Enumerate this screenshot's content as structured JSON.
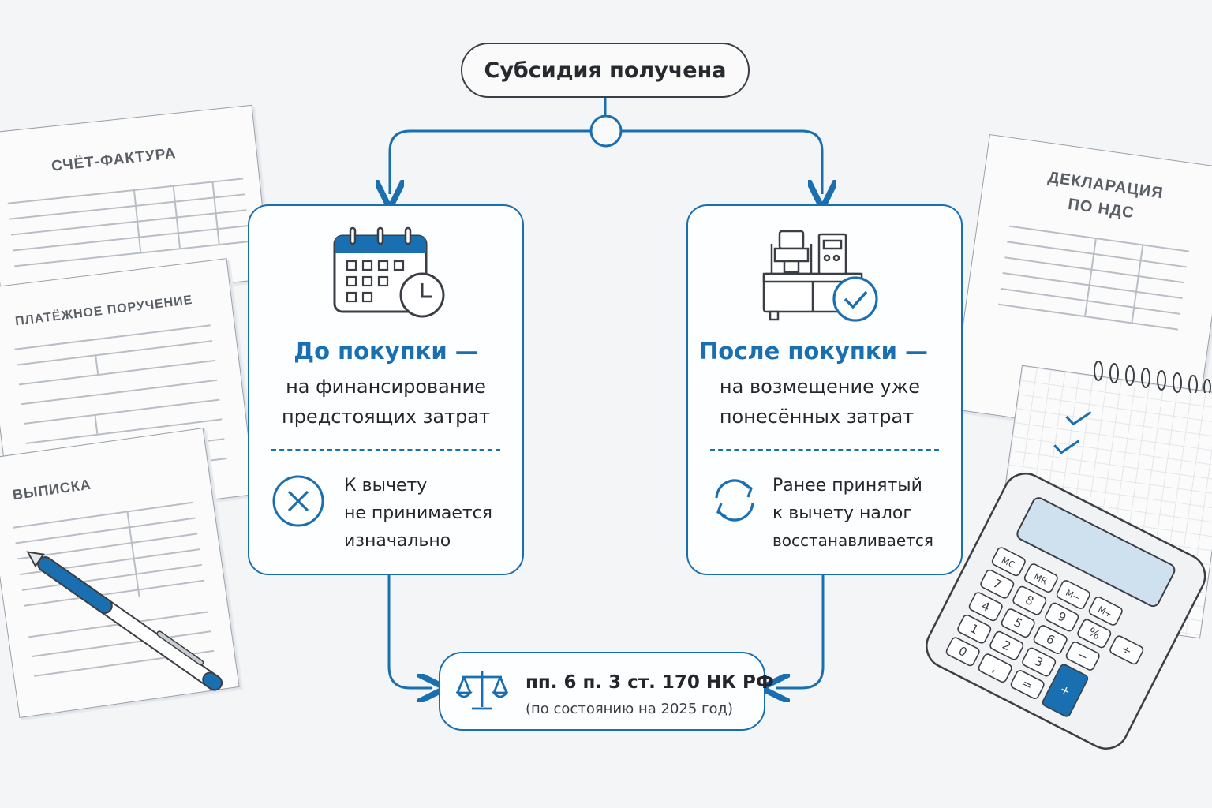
{
  "top": {
    "label": "Субсидия получена"
  },
  "left_card": {
    "heading": "До покупки —",
    "line1": "на финансирование",
    "line2": "предстоящих затрат",
    "note": [
      "К вычету",
      "не принимается",
      "изначально"
    ],
    "icon": "calendar-clock-icon",
    "note_icon": "cross-circle-icon"
  },
  "right_card": {
    "heading": "После покупки —",
    "line1": "на возмещение уже",
    "line2": "понесённых затрат",
    "note": [
      "Ранее принятый",
      "к вычету налог",
      "восстанавливается"
    ],
    "icon": "equipment-check-icon",
    "note_icon": "refresh-arrows-icon"
  },
  "law": {
    "main": "пп. 6 п. 3 ст. 170 НК РФ",
    "sub": "(по состоянию на 2025 год)",
    "icon": "scales-icon"
  },
  "documents": {
    "invoice": "СЧЁТ-ФАКТУРА",
    "payment_order": "ПЛАТЁЖНОЕ ПОРУЧЕНИЕ",
    "statement": "ВЫПИСКА",
    "declaration_line1": "ДЕКЛАРАЦИЯ",
    "declaration_line2": "ПО НДС"
  },
  "calculator": {
    "keys": [
      "MC",
      "MR",
      "M−",
      "M+",
      "7",
      "8",
      "9",
      "%",
      "÷",
      "4",
      "5",
      "6",
      "−",
      "1",
      "2",
      "3",
      "0",
      ",",
      "=",
      "+"
    ]
  },
  "colors": {
    "accent": "#1a6fb0",
    "outline": "#3b3f45",
    "background": "#f4f5f7"
  }
}
